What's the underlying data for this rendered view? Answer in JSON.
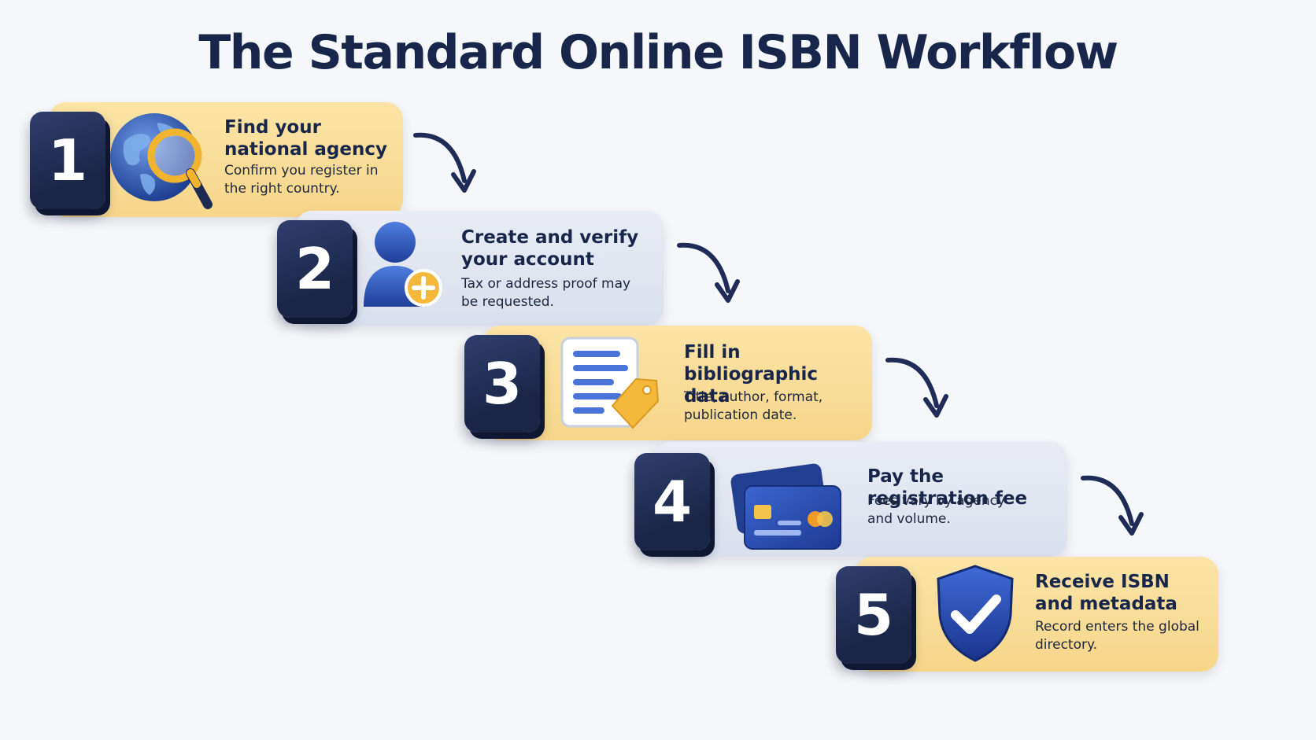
{
  "title": "The Standard Online ISBN Workflow",
  "colors": {
    "navy": "#17264a",
    "gold": "#f7d68a",
    "grey": "#dde2ee",
    "accent_blue": "#2f54b8",
    "accent_yellow": "#f5b83a"
  },
  "steps": [
    {
      "number": "1",
      "heading": "Find your national agency",
      "description": "Confirm you register in the right country.",
      "icon": "globe-search-icon",
      "style": "gold"
    },
    {
      "number": "2",
      "heading": "Create and verify your account",
      "description": "Tax or address proof may be requested.",
      "icon": "user-add-icon",
      "style": "grey"
    },
    {
      "number": "3",
      "heading": "Fill in bibliographic data",
      "description": "Title, author, format, publication date.",
      "icon": "document-tag-icon",
      "style": "gold"
    },
    {
      "number": "4",
      "heading": "Pay the registration fee",
      "description": "Fees vary by agency and volume.",
      "icon": "credit-card-icon",
      "style": "grey"
    },
    {
      "number": "5",
      "heading": "Receive ISBN and metadata",
      "description": "Record enters the global directory.",
      "icon": "shield-check-icon",
      "style": "gold"
    }
  ]
}
